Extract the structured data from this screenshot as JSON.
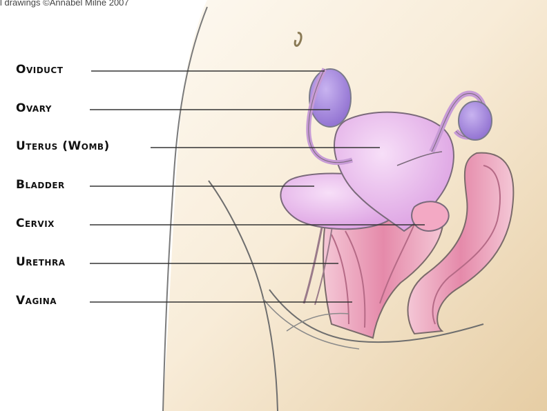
{
  "credit": "l drawings ©Annabel Milne 2007",
  "labels": [
    "Oviduct",
    "Ovary",
    "Uterus (Womb)",
    "Bladder",
    "Cervix",
    "Urethra",
    "Vagina"
  ],
  "colors": {
    "background_light": "#fbf6ec",
    "background_warm": "#ecd6b0",
    "uterus": "#e9b8ec",
    "ovary": "#a98be0",
    "vaginal_wall": "#e98fb0",
    "outline": "#6e6e6e"
  }
}
